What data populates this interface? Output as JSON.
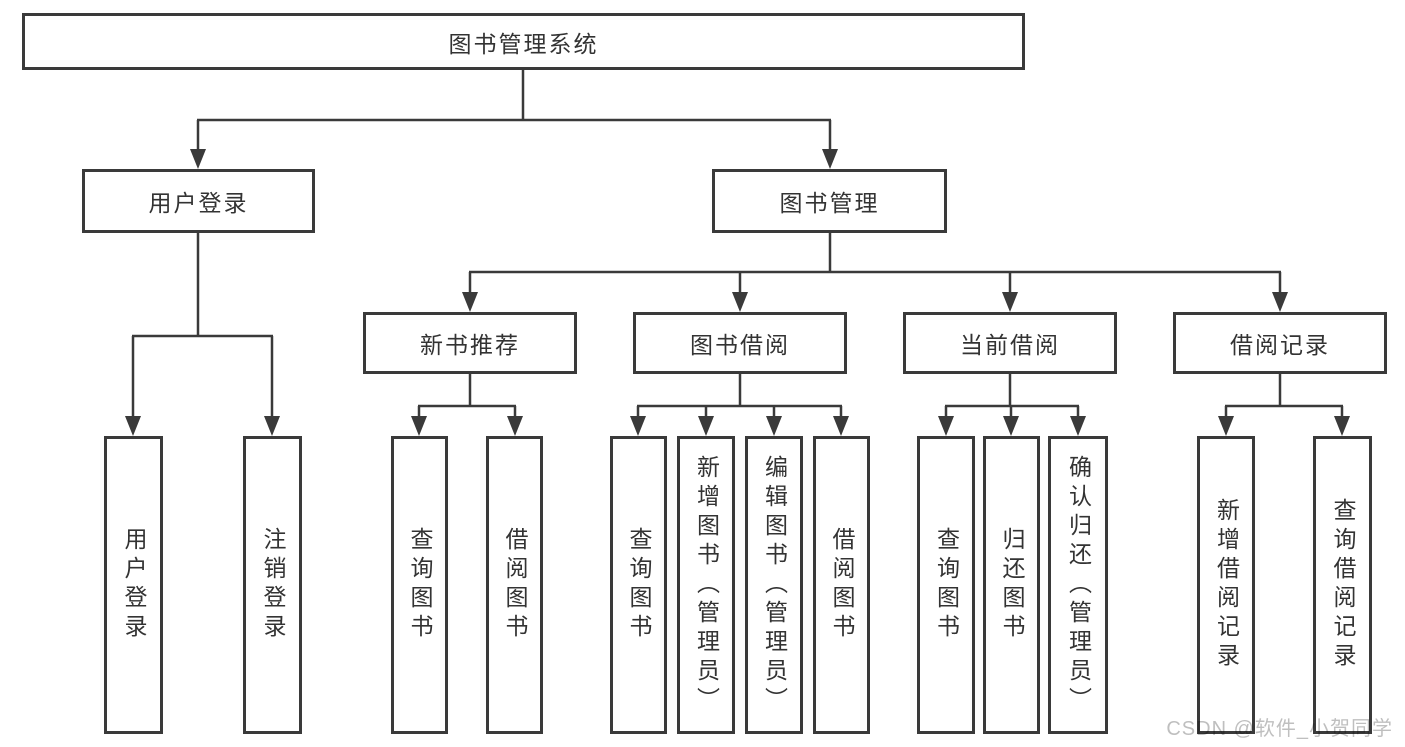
{
  "diagram": {
    "type": "function-structure-tree",
    "colors": {
      "line": "#3a3a3a",
      "border": "#3a3a3a",
      "text": "#333333",
      "background": "#ffffff",
      "watermark": "#bfbfbf"
    },
    "root": {
      "label": "图书管理系统"
    },
    "branches": [
      {
        "label": "用户登录",
        "leaves": [
          {
            "label": "用户登录"
          },
          {
            "label": "注销登录"
          }
        ]
      },
      {
        "label": "图书管理",
        "children": [
          {
            "label": "新书推荐",
            "leaves": [
              {
                "label": "查询图书"
              },
              {
                "label": "借阅图书"
              }
            ]
          },
          {
            "label": "图书借阅",
            "leaves": [
              {
                "label": "查询图书"
              },
              {
                "label": "新增图书（管理员）"
              },
              {
                "label": "编辑图书（管理员）"
              },
              {
                "label": "借阅图书"
              }
            ]
          },
          {
            "label": "当前借阅",
            "leaves": [
              {
                "label": "查询图书"
              },
              {
                "label": "归还图书"
              },
              {
                "label": "确认归还（管理员）"
              }
            ]
          },
          {
            "label": "借阅记录",
            "leaves": [
              {
                "label": "新增借阅记录"
              },
              {
                "label": "查询借阅记录"
              }
            ]
          }
        ]
      }
    ],
    "watermark": "CSDN @软件_小贺同学"
  }
}
